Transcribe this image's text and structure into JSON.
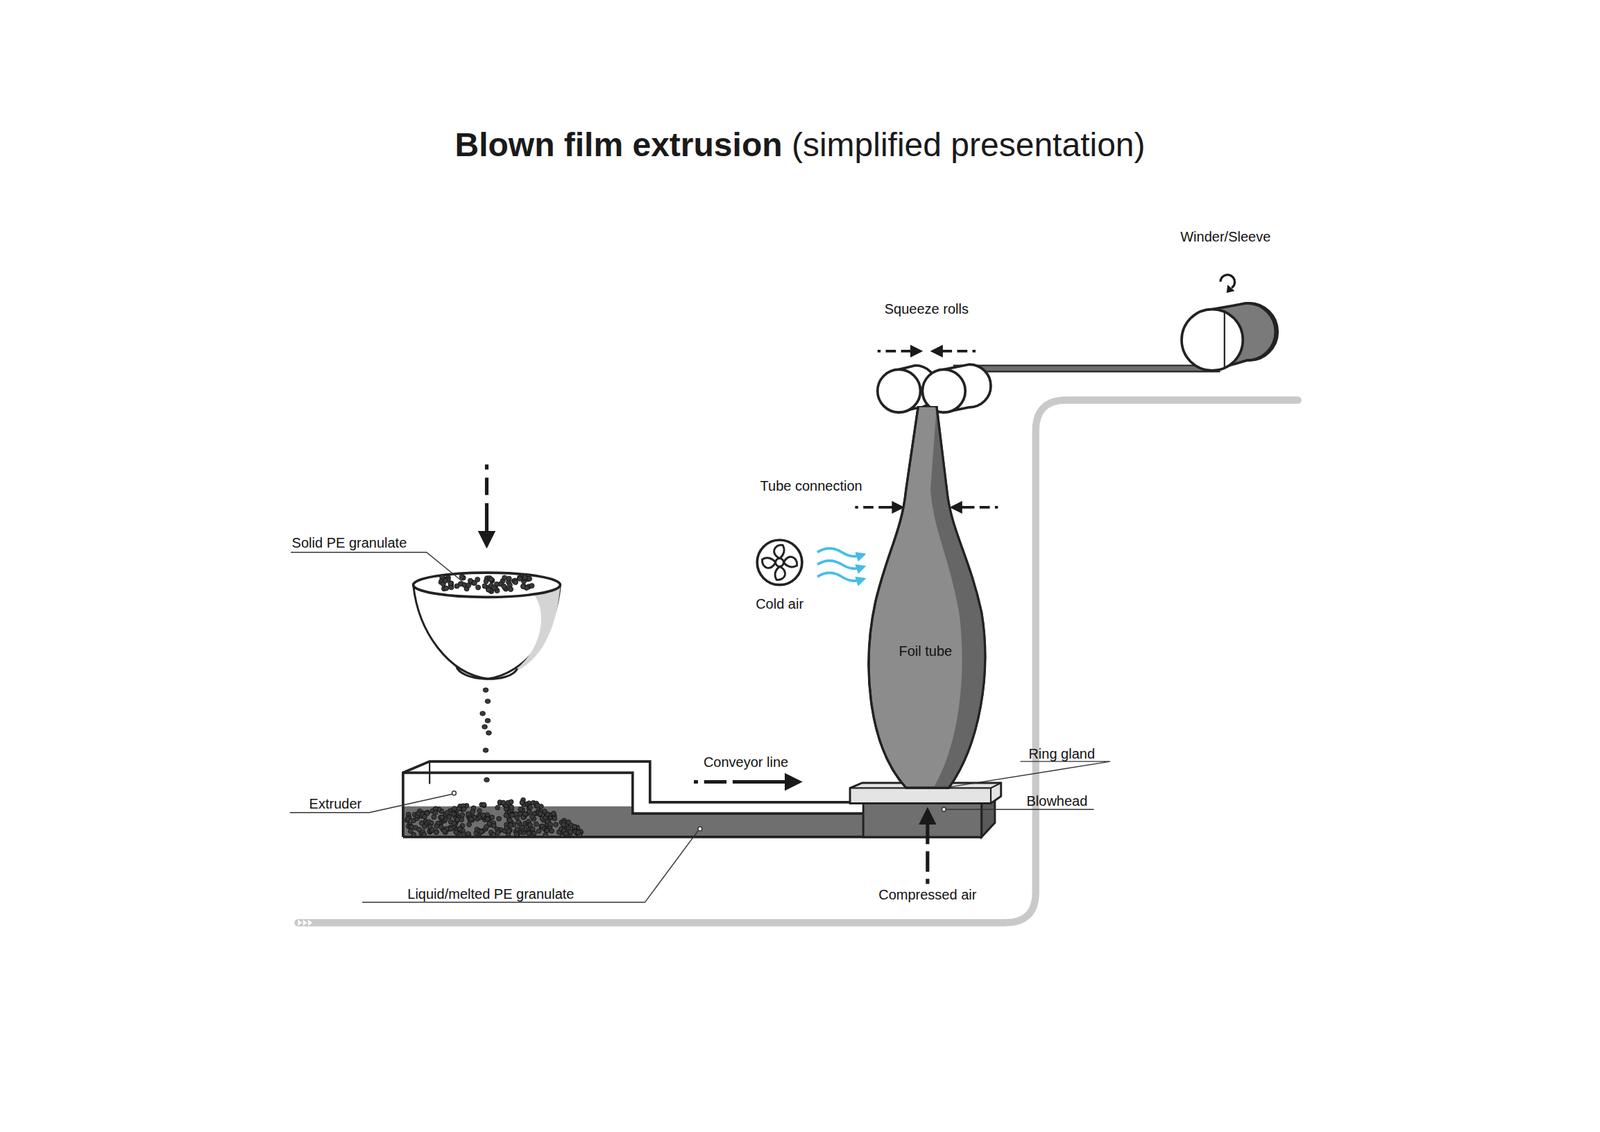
{
  "diagram": {
    "title": "Blown film extrusion",
    "nodes": [
      {
        "text": [
          "Foil tube"
        ]
      }
    ],
    "labels": [
      "(simplified presentation)",
      "Winder/Sleeve",
      "Squeeze rolls",
      "Tube connection",
      "Solid PE granulate",
      "Cold air",
      "Conveyor line",
      "Ring gland",
      "Extruder",
      "Blowhead",
      "Liquid/melted PE granulate",
      "Compressed air"
    ]
  }
}
